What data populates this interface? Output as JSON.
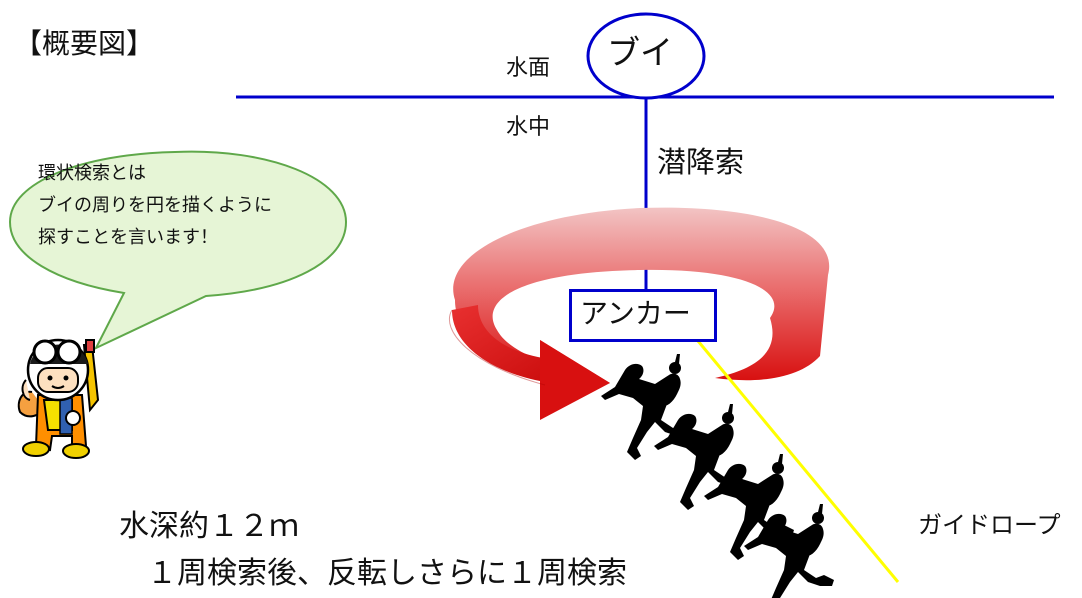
{
  "diagram": {
    "title": "【概要図】",
    "surface_label": "水面",
    "underwater_label": "水中",
    "buoy_label": "ブイ",
    "descent_line_label": "潜降索",
    "anchor_label": "アンカー",
    "guide_rope_label": "ガイドロープ",
    "depth_label": "水深約１２ｍ",
    "search_label": "１周検索後、反転しさらに１周検索"
  },
  "speech_bubble": {
    "lines": [
      "環状検索とは",
      "ブイの周りを円を描くように",
      "探すことを言います！"
    ]
  },
  "colors": {
    "water_line": "#0000cc",
    "guide_rope": "#ffff00",
    "circle_arrow": "#e02020",
    "speech_bubble_fill": "#e6f5d6",
    "diver_silhouette": "#000000"
  }
}
